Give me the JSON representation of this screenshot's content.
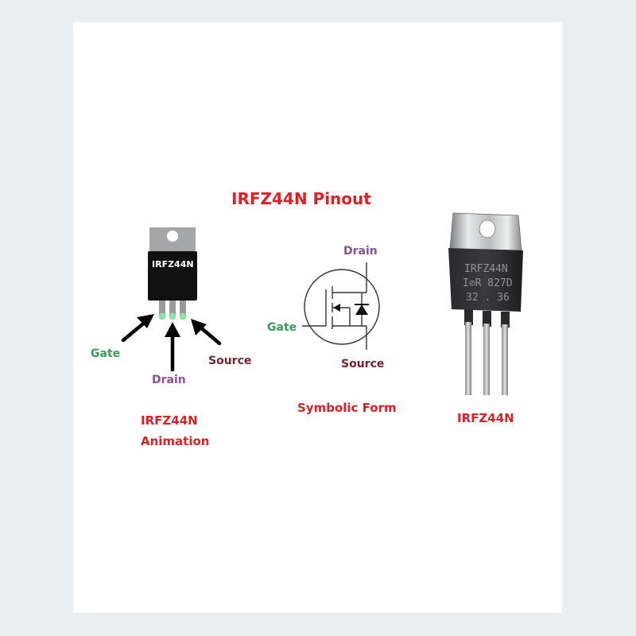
{
  "title": "IRFZ44N Pinout",
  "colors": {
    "red": "#e01f25",
    "purple": "#8e4e9c",
    "green": "#3a9b57",
    "maroon": "#7a1f2b"
  },
  "animation": {
    "chip_label": "IRFZ44N",
    "gate_label": "Gate",
    "drain_label": "Drain",
    "source_label": "Source",
    "caption_line1": "IRFZ44N",
    "caption_line2": "Animation"
  },
  "symbol": {
    "drain_label": "Drain",
    "gate_label": "Gate",
    "source_label": "Source",
    "caption": "Symbolic Form"
  },
  "photo": {
    "marking_line1": "IRFZ44N",
    "marking_line2": "I⊘R 827D",
    "marking_line3": "32 . 36",
    "caption": "IRFZ44N"
  }
}
